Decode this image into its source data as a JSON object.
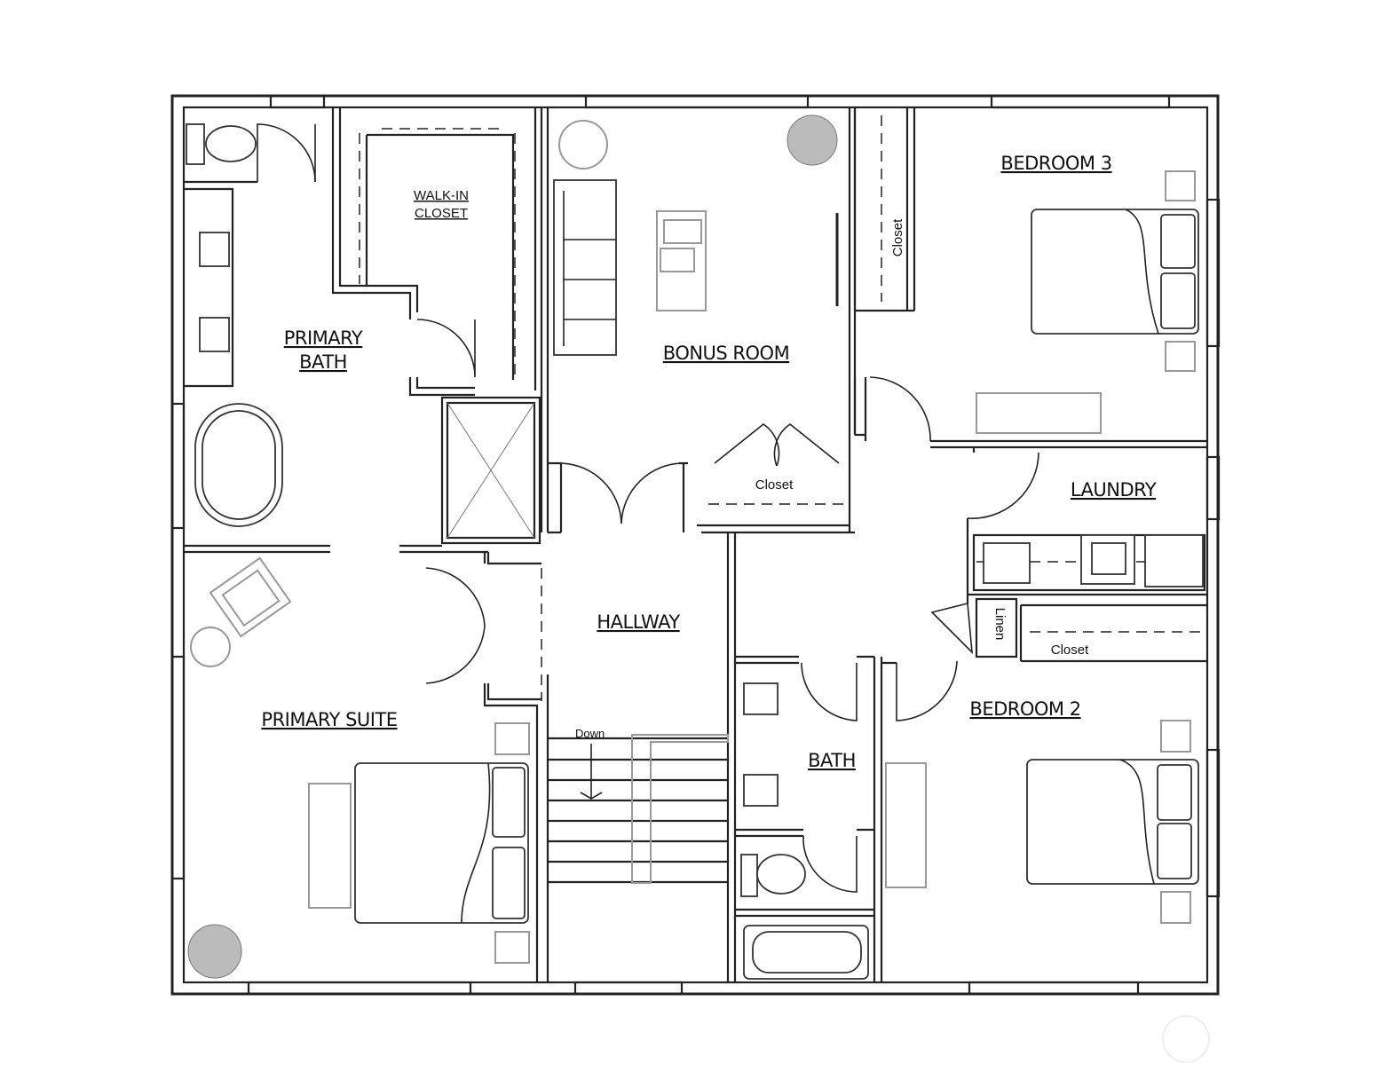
{
  "rooms": {
    "primary_bath_line1": "PRIMARY",
    "primary_bath_line2": "BATH",
    "walk_in_line1": "WALK-IN",
    "walk_in_line2": "CLOSET",
    "bonus_room": "BONUS ROOM",
    "bedroom_3": "BEDROOM 3",
    "laundry": "LAUNDRY",
    "hallway": "HALLWAY",
    "primary_suite": "PRIMARY SUITE",
    "bath": "BATH",
    "bedroom_2": "BEDROOM 2"
  },
  "labels": {
    "closet_bonus": "Closet",
    "closet_bedroom3": "Closet",
    "closet_hall": "Closet",
    "linen": "Linen",
    "stairs_down": "Down"
  }
}
